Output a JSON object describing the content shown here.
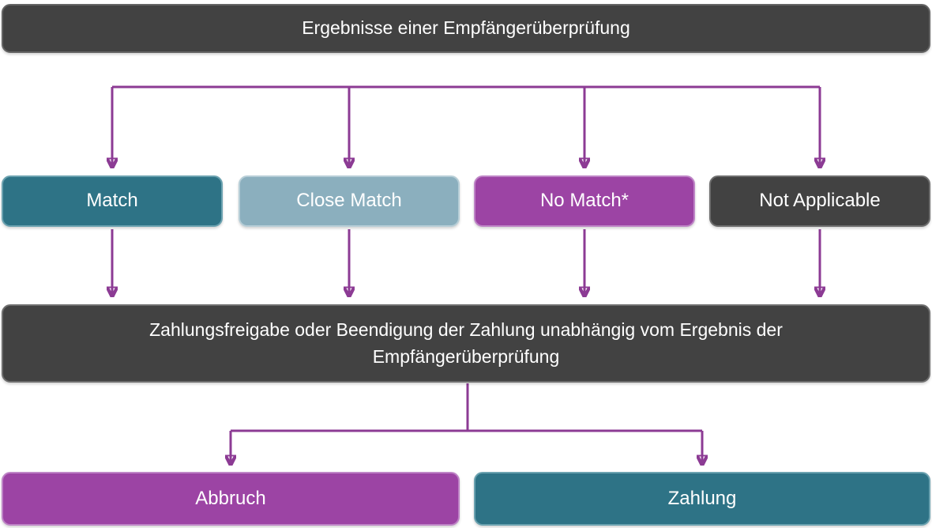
{
  "title": "Ergebnisse einer Empfängerüberprüfung",
  "result_nodes": [
    {
      "label": "Match",
      "fill": "#2E7386",
      "border": "#6BA2B0"
    },
    {
      "label": "Close Match",
      "fill": "#8BAFBE",
      "border": "#B7CED7"
    },
    {
      "label": "No Match*",
      "fill": "#9C44A4",
      "border": "#BE84C6"
    },
    {
      "label": "Not Applicable",
      "fill": "#424242",
      "border": "#6E6E6E"
    }
  ],
  "decision_node": {
    "label": "Zahlungsfreigabe oder Beendigung der Zahlung unabhängig vom Ergebnis der Empfängerüberprüfung",
    "fill": "#424242",
    "border": "#6E6E6E"
  },
  "outcome_nodes": [
    {
      "label": "Abbruch",
      "fill": "#9C44A4",
      "border": "#BE84C6"
    },
    {
      "label": "Zahlung",
      "fill": "#2E7386",
      "border": "#6BA2B0"
    }
  ],
  "title_node": {
    "fill": "#424242",
    "border": "#646464"
  },
  "colors": {
    "arrow": "#8C3B94",
    "background": "#FFFFFF",
    "text": "#FFFFFF"
  }
}
